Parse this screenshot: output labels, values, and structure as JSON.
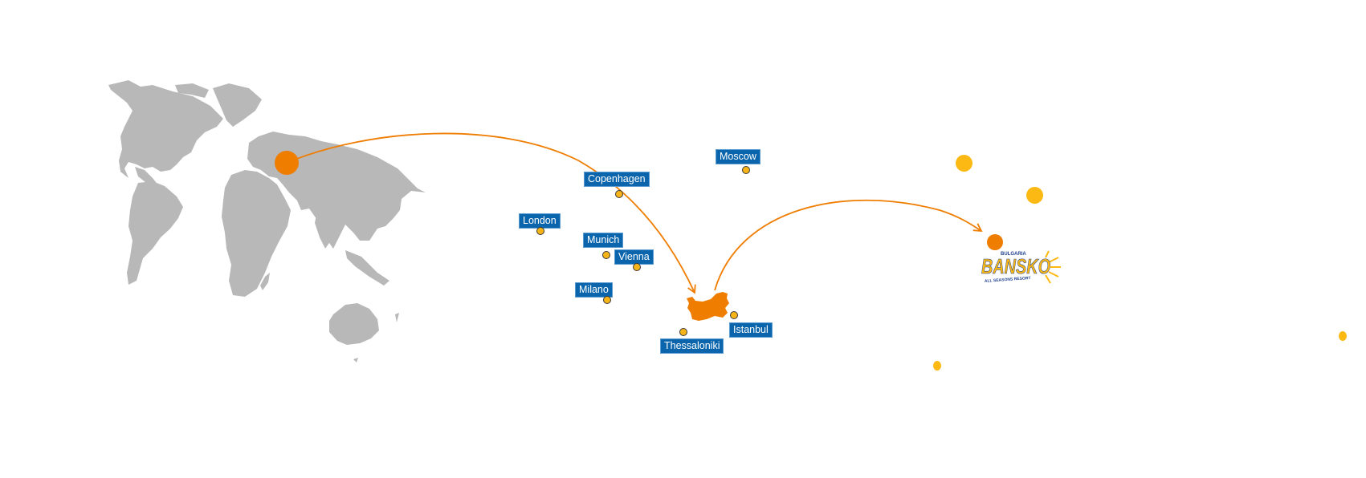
{
  "map": {
    "title": "Bansko location map",
    "colors": {
      "land": "#b8b8b8",
      "accent_orange": "#ef7d00",
      "city_dot": "#f7b418",
      "label_bg": "#0a65ad",
      "label_text": "#ffffff",
      "decorative_dot": "#fdb913"
    },
    "origin_marker": {
      "name": "Bulgaria (on world map)",
      "icon": "origin-marker-dot"
    },
    "cities": [
      {
        "id": "london",
        "label": "London"
      },
      {
        "id": "copenhagen",
        "label": "Copenhagen"
      },
      {
        "id": "moscow",
        "label": "Moscow"
      },
      {
        "id": "munich",
        "label": "Munich"
      },
      {
        "id": "vienna",
        "label": "Vienna"
      },
      {
        "id": "milano",
        "label": "Milano"
      },
      {
        "id": "istanbul",
        "label": "Istanbul"
      },
      {
        "id": "thessaloniki",
        "label": "Thessaloniki"
      }
    ],
    "country_shape": {
      "name": "Bulgaria"
    },
    "destination": {
      "name": "Bansko",
      "logo": {
        "top_text": "BULGARIA",
        "main_text": "BANSKO",
        "bottom_text": "ALL SEASONS RESORT"
      }
    },
    "arrows": [
      {
        "from": "World map (Bulgaria)",
        "to": "Bulgaria"
      },
      {
        "from": "Bulgaria",
        "to": "Bansko"
      }
    ]
  }
}
